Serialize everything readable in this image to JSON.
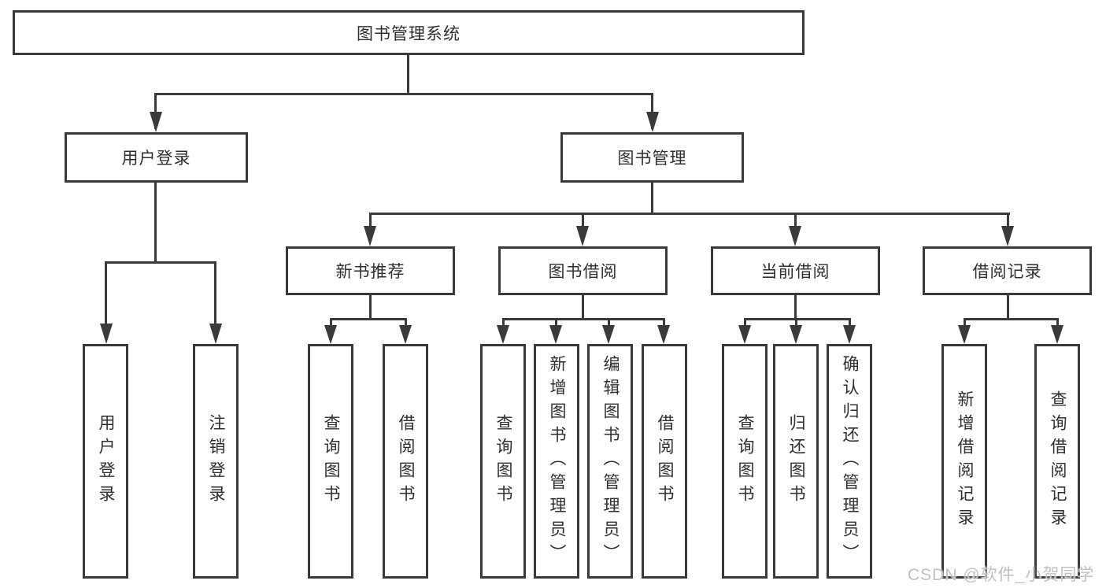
{
  "tree": {
    "root": {
      "label": "图书管理系统"
    },
    "user": {
      "label": "用户登录",
      "children": {
        "login": {
          "label": "用户登录"
        },
        "logout": {
          "label": "注销登录"
        }
      }
    },
    "book": {
      "label": "图书管理",
      "children": {
        "recommend": {
          "label": "新书推荐",
          "children": {
            "query": {
              "label": "查询图书"
            },
            "borrow": {
              "label": "借阅图书"
            }
          }
        },
        "borrowing": {
          "label": "图书借阅",
          "children": {
            "query": {
              "label": "查询图书"
            },
            "add": {
              "label": "新增图书（管理员）"
            },
            "edit": {
              "label": "编辑图书（管理员）"
            },
            "borrow": {
              "label": "借阅图书"
            }
          }
        },
        "current": {
          "label": "当前借阅",
          "children": {
            "query": {
              "label": "查询图书"
            },
            "return": {
              "label": "归还图书"
            },
            "confirm": {
              "label": "确认归还（管理员）"
            }
          }
        },
        "records": {
          "label": "借阅记录",
          "children": {
            "add": {
              "label": "新增借阅记录"
            },
            "query": {
              "label": "查询借阅记录"
            }
          }
        }
      }
    }
  },
  "watermark": "CSDN @软件_小贺同学",
  "colors": {
    "line": "#3a3a3a",
    "text": "#2f2f2f",
    "watermark": "#c2c2c2",
    "background": "#ffffff"
  }
}
